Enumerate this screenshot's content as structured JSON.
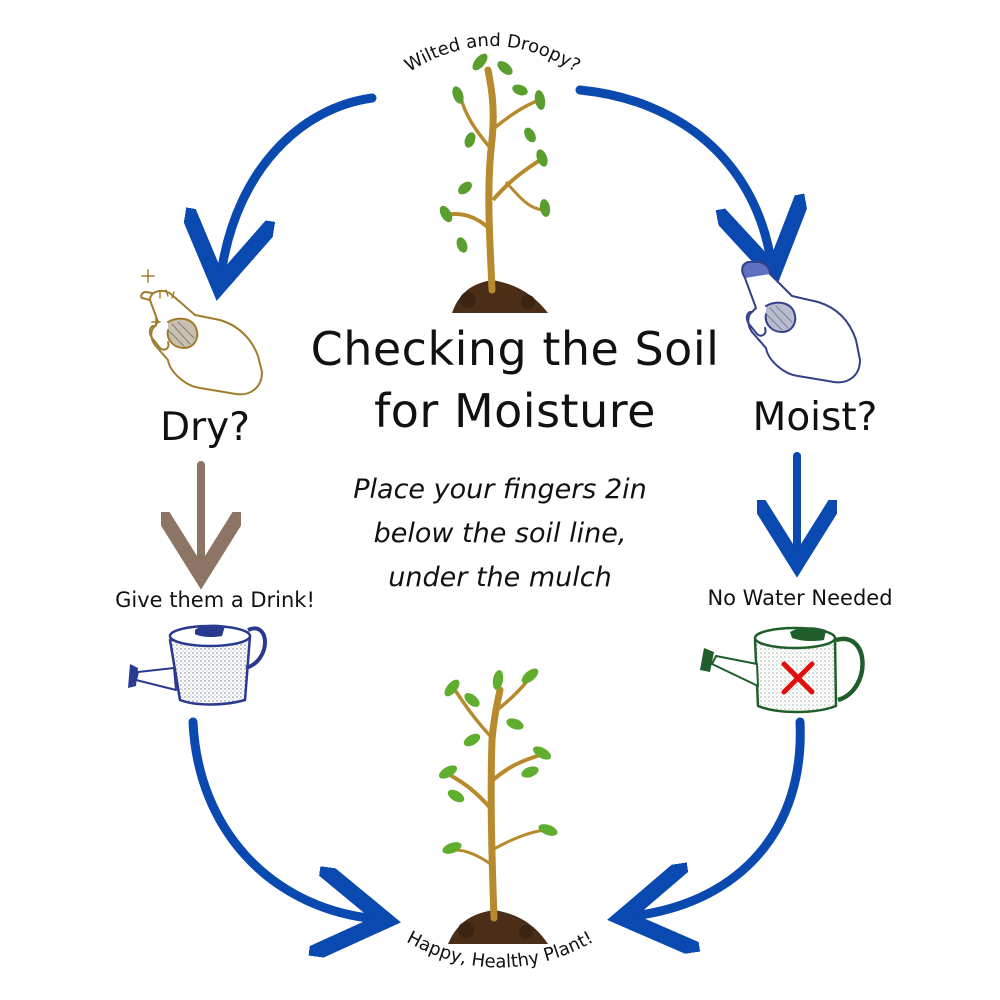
{
  "diagram": {
    "title_line1": "Checking the Soil",
    "title_line2": "for Moisture",
    "instruction_line1": "Place your fingers 2in",
    "instruction_line2": "below the soil line,",
    "instruction_line3": "under the mulch",
    "top_caption": "Wilted and Droopy?",
    "bottom_caption": "Happy, Healthy Plant!",
    "left_branch": "Dry?",
    "right_branch": "Moist?",
    "left_action": "Give them a Drink!",
    "right_action": "No Water Needed"
  },
  "colors": {
    "cycle_arrow": "#0a49b0",
    "dry_arrow": "#8c7564",
    "dry_hand": "#a07c2c",
    "moist_hand": "#35408a",
    "left_can": "#2a3a8f",
    "right_can": "#1f5e2a",
    "no_water_mark": "#e01010"
  },
  "icons": [
    "wilted-plant-icon",
    "healthy-plant-icon",
    "dry-finger-icon",
    "moist-finger-icon",
    "watering-can-icon",
    "watering-can-crossed-icon"
  ]
}
